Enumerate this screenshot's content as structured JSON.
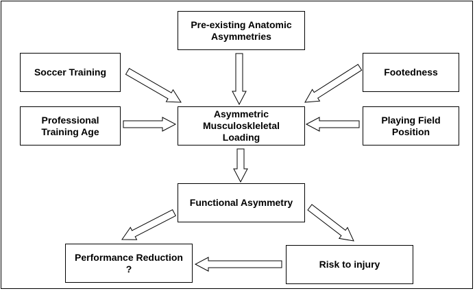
{
  "diagram": {
    "nodes": {
      "preexisting": "Pre-existing Anatomic\nAsymmetries",
      "soccer_training": "Soccer Training",
      "footedness": "Footedness",
      "professional_training_age": "Professional\nTraining Age",
      "asymmetric_loading": "Asymmetric\nMusculoskleletal\nLoading",
      "playing_field_position": "Playing Field\nPosition",
      "functional_asymmetry": "Functional Asymmetry",
      "performance_reduction": "Performance Reduction\n?",
      "risk_to_injury": "Risk to injury"
    },
    "edges": [
      {
        "from": "preexisting",
        "to": "asymmetric_loading"
      },
      {
        "from": "soccer_training",
        "to": "asymmetric_loading"
      },
      {
        "from": "footedness",
        "to": "asymmetric_loading"
      },
      {
        "from": "professional_training_age",
        "to": "asymmetric_loading"
      },
      {
        "from": "playing_field_position",
        "to": "asymmetric_loading"
      },
      {
        "from": "asymmetric_loading",
        "to": "functional_asymmetry"
      },
      {
        "from": "functional_asymmetry",
        "to": "performance_reduction"
      },
      {
        "from": "functional_asymmetry",
        "to": "risk_to_injury"
      },
      {
        "from": "risk_to_injury",
        "to": "performance_reduction"
      }
    ],
    "colors": {
      "stroke": "#000000",
      "fill": "#ffffff"
    }
  }
}
